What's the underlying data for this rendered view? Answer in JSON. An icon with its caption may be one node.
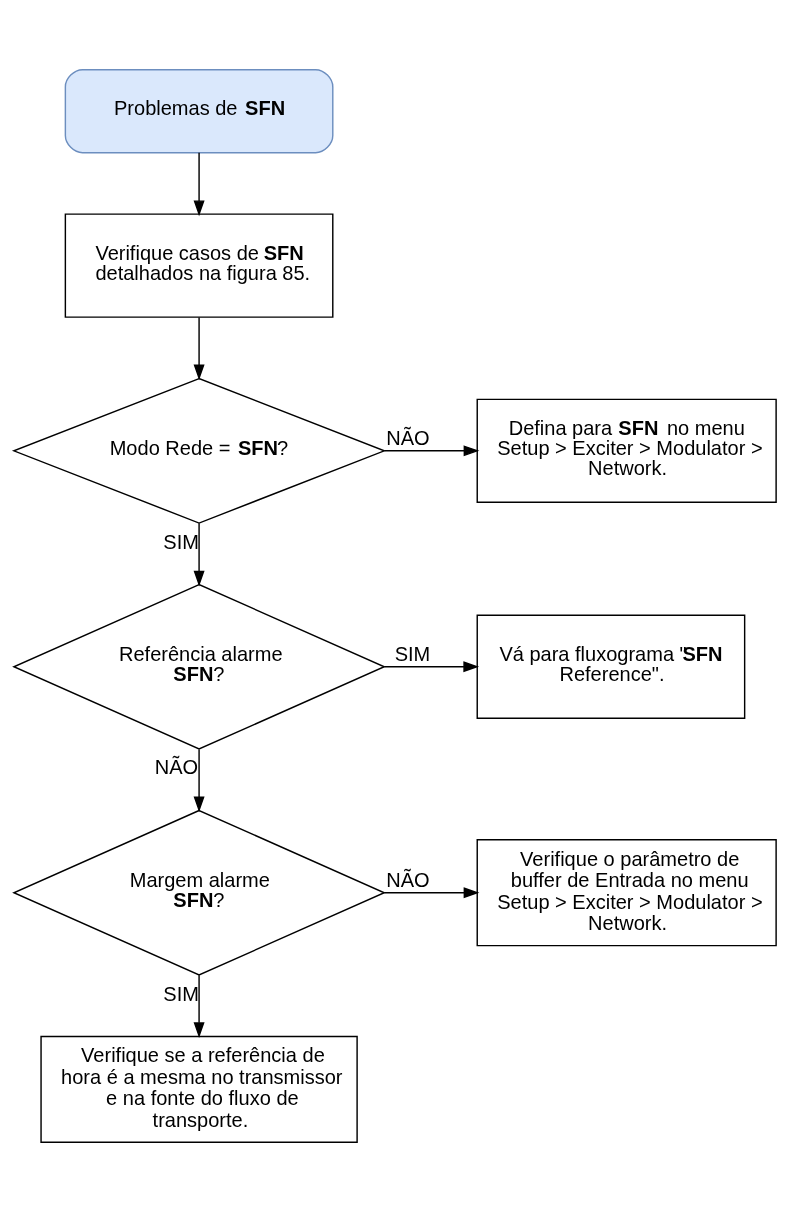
{
  "diagram": {
    "nodes": [
      {
        "text": [
          "Problemas de **SFN**"
        ]
      },
      {
        "text": [
          "Verifique casos de **SFN** detalhados na figura 85."
        ]
      },
      {
        "text": [
          "Modo Rede = **SFN**?"
        ]
      },
      {
        "text": [
          "Defina para **SFN** no menu Setup > Exciter > Modulator > Network."
        ]
      },
      {
        "text": [
          "Referência alarme **SFN**?"
        ]
      },
      {
        "text": [
          "Vá para fluxograma \"**SFN** Reference\"."
        ]
      },
      {
        "text": [
          "Margem alarme **SFN**?"
        ]
      },
      {
        "text": [
          "Verifique o parâmetro de buffer de Entrada no menu Setup > Exciter > Modulator > Network."
        ]
      },
      {
        "text": [
          "Verifique se a referência de hora é a mesma no transmissor e na fonte do fluxo de transporte."
        ]
      }
    ],
    "edges": [
      {
        "from": 0,
        "to": 1,
        "arrow": "to"
      },
      {
        "from": 1,
        "to": 2,
        "arrow": "to"
      },
      {
        "from": 2,
        "to": 3,
        "arrow": "to",
        "label": "NÃO"
      },
      {
        "from": 2,
        "to": 4,
        "arrow": "to",
        "label": "SIM"
      },
      {
        "from": 4,
        "to": 5,
        "arrow": "to",
        "label": "SIM"
      },
      {
        "from": 4,
        "to": 6,
        "arrow": "to",
        "label": "NÃO"
      },
      {
        "from": 6,
        "to": 7,
        "arrow": "to",
        "label": "NÃO"
      },
      {
        "from": 6,
        "to": 8,
        "arrow": "to",
        "label": "SIM"
      }
    ]
  }
}
